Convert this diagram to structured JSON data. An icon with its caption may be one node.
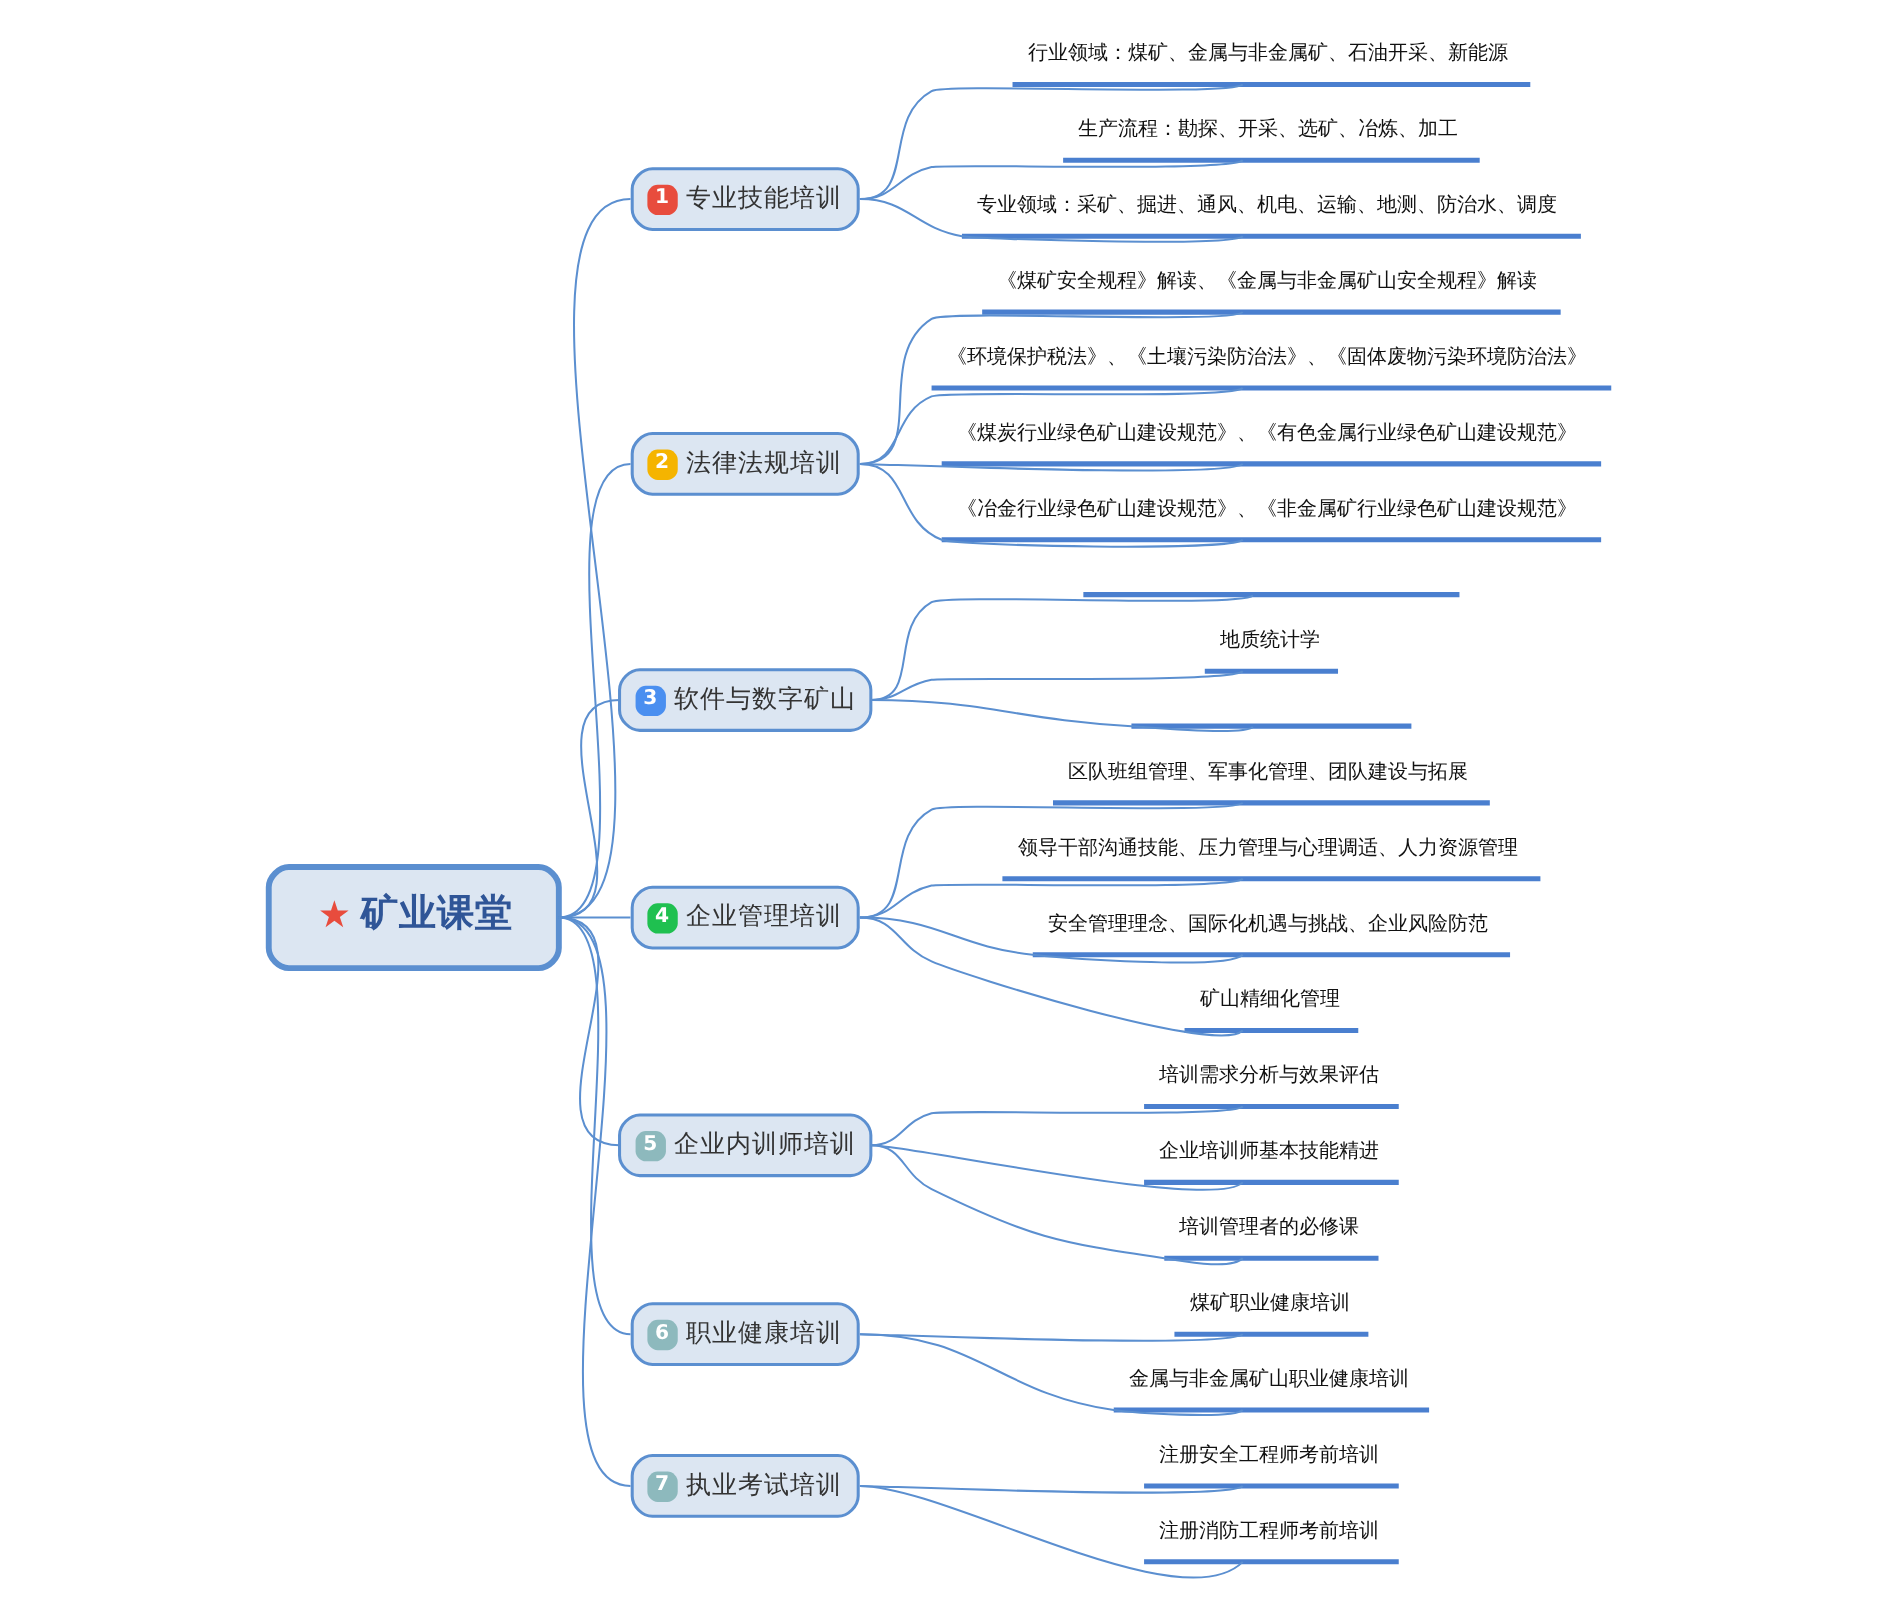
{
  "diagram": {
    "nodes": [
      {
        "text": [
          "★",
          "矿业课堂"
        ]
      },
      {
        "text": [
          "1",
          "专业技能培训"
        ]
      },
      {
        "text": [
          "行业领域：煤矿、金属与非金属矿、石油开采、新能源"
        ]
      },
      {
        "text": [
          "生产流程：勘探、开采、选矿、冶炼、加工"
        ]
      },
      {
        "text": [
          "专业领域：采矿、掘进、通风、机电、运输、地测、防治水、调度"
        ]
      },
      {
        "text": [
          "2",
          "法律法规培训"
        ]
      },
      {
        "text": [
          "《煤矿安全规程》解读、《金属与非金属矿山安全规程》解读"
        ]
      },
      {
        "text": [
          "《环境保护税法》、《土壤污染防治法》、《固体废物污染环境防治法》"
        ]
      },
      {
        "text": [
          "《煤炭行业绿色矿山建设规范》、《有色金属行业绿色矿山建设规范》"
        ]
      },
      {
        "text": [
          "《冶金行业绿色矿山建设规范》、《非金属矿行业绿色矿山建设规范》"
        ]
      },
      {
        "text": [
          "3",
          "软件与数字矿山"
        ]
      },
      {
        "text": [],
        "shape": "bar"
      },
      {
        "text": [
          "地质统计学"
        ]
      },
      {
        "text": [],
        "shape": "bar"
      },
      {
        "text": [
          "4",
          "企业管理培训"
        ]
      },
      {
        "text": [
          "区队班组管理、军事化管理、团队建设与拓展"
        ]
      },
      {
        "text": [
          "领导干部沟通技能、压力管理与心理调适、人力资源管理"
        ]
      },
      {
        "text": [
          "安全管理理念、国际化机遇与挑战、企业风险防范"
        ]
      },
      {
        "text": [
          "矿山精细化管理"
        ]
      },
      {
        "text": [
          "5",
          "企业内训师培训"
        ]
      },
      {
        "text": [
          "培训需求分析与效果评估"
        ]
      },
      {
        "text": [
          "企业培训师基本技能精进"
        ]
      },
      {
        "text": [
          "培训管理者的必修课"
        ]
      },
      {
        "text": [
          "6",
          "职业健康培训"
        ]
      },
      {
        "text": [
          "煤矿职业健康培训"
        ]
      },
      {
        "text": [
          "金属与非金属矿山职业健康培训"
        ]
      },
      {
        "text": [
          "7",
          "执业考试培训"
        ]
      },
      {
        "text": [
          "注册安全工程师考前培训"
        ]
      },
      {
        "text": [
          "注册消防工程师考前培训"
        ]
      }
    ],
    "edges": [
      {
        "from": 0,
        "to": 1,
        "arrow": "none"
      },
      {
        "from": 1,
        "to": 2,
        "arrow": "none"
      },
      {
        "from": 1,
        "to": 3,
        "arrow": "none"
      },
      {
        "from": 1,
        "to": 4,
        "arrow": "none"
      },
      {
        "from": 0,
        "to": 5,
        "arrow": "none"
      },
      {
        "from": 5,
        "to": 6,
        "arrow": "none"
      },
      {
        "from": 5,
        "to": 7,
        "arrow": "none"
      },
      {
        "from": 5,
        "to": 8,
        "arrow": "none"
      },
      {
        "from": 5,
        "to": 9,
        "arrow": "none"
      },
      {
        "from": 0,
        "to": 10,
        "arrow": "none"
      },
      {
        "from": 10,
        "to": 11,
        "arrow": "none"
      },
      {
        "from": 10,
        "to": 12,
        "arrow": "none"
      },
      {
        "from": 10,
        "to": 13,
        "arrow": "none"
      },
      {
        "from": 0,
        "to": 14,
        "arrow": "none"
      },
      {
        "from": 14,
        "to": 15,
        "arrow": "none"
      },
      {
        "from": 14,
        "to": 16,
        "arrow": "none"
      },
      {
        "from": 14,
        "to": 17,
        "arrow": "none"
      },
      {
        "from": 14,
        "to": 18,
        "arrow": "none"
      },
      {
        "from": 0,
        "to": 19,
        "arrow": "none"
      },
      {
        "from": 19,
        "to": 20,
        "arrow": "none"
      },
      {
        "from": 19,
        "to": 21,
        "arrow": "none"
      },
      {
        "from": 19,
        "to": 22,
        "arrow": "none"
      },
      {
        "from": 0,
        "to": 23,
        "arrow": "none"
      },
      {
        "from": 23,
        "to": 24,
        "arrow": "none"
      },
      {
        "from": 23,
        "to": 25,
        "arrow": "none"
      },
      {
        "from": 0,
        "to": 26,
        "arrow": "none"
      },
      {
        "from": 26,
        "to": 27,
        "arrow": "none"
      },
      {
        "from": 26,
        "to": 28,
        "arrow": "none"
      }
    ]
  }
}
